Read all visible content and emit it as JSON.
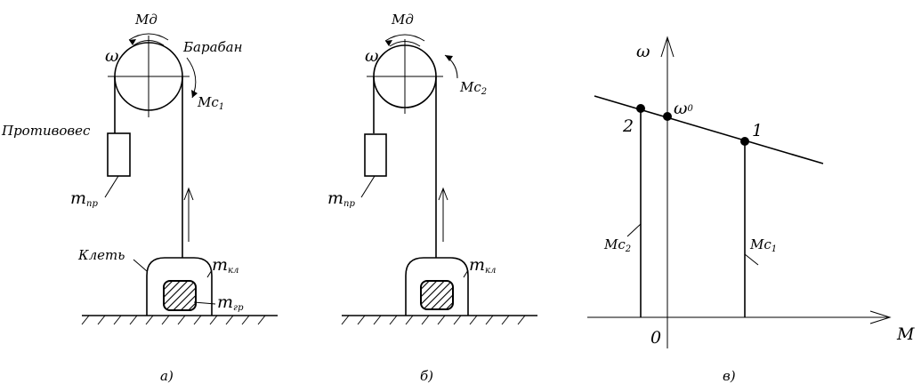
{
  "panel_a": {
    "md": "Мд",
    "omega": "ω",
    "drum": "Барабан",
    "mc1": "Мс",
    "mc1_sub": "1",
    "counterweight": "Противовес",
    "m_pr": "m",
    "m_pr_sub": "пр",
    "cage": "Клеть",
    "m_kl": "m",
    "m_kl_sub": "кл",
    "m_gr": "m",
    "m_gr_sub": "гр",
    "caption": "а)"
  },
  "panel_b": {
    "md": "Мд",
    "omega": "ω",
    "mc2": "Мс",
    "mc2_sub": "2",
    "m_pr": "m",
    "m_pr_sub": "пр",
    "m_kl": "m",
    "m_kl_sub": "кл",
    "caption": "б)"
  },
  "panel_c": {
    "y_axis": "ω",
    "x_axis": "M",
    "origin": "0",
    "omega0": "ω",
    "omega0_sub": "0",
    "point1": "1",
    "point2": "2",
    "mc1": "Мс",
    "mc1_sub": "1",
    "mc2": "Мс",
    "mc2_sub": "2",
    "caption": "в)"
  }
}
